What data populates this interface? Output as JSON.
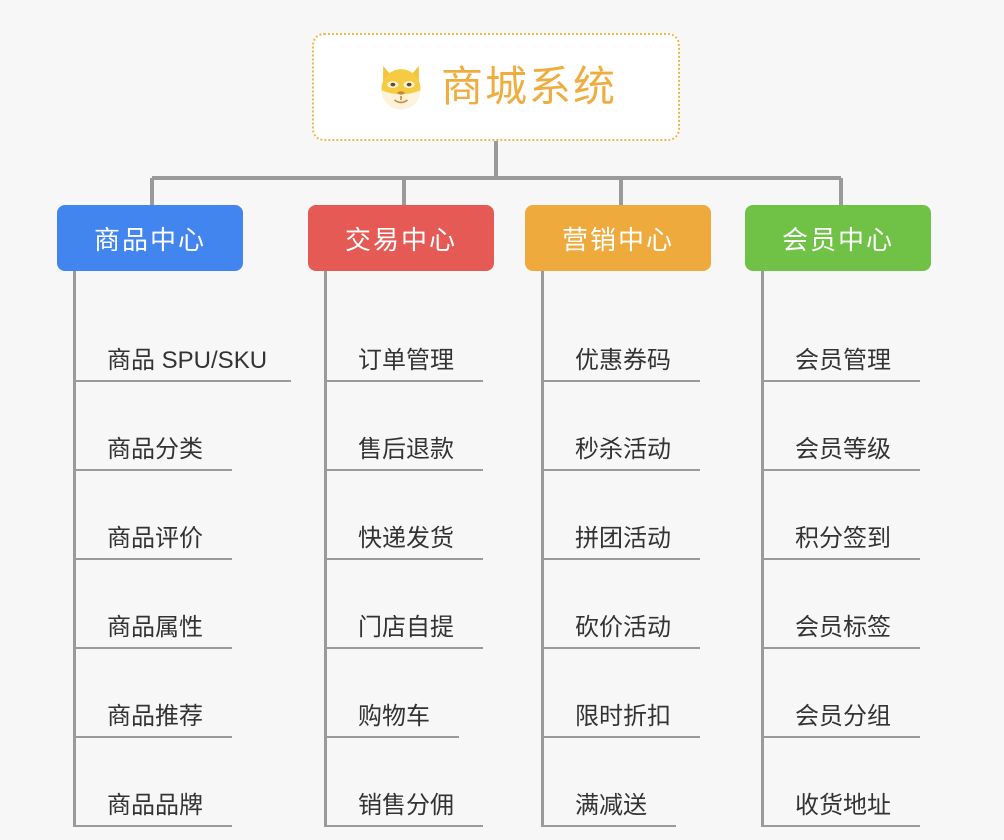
{
  "page": {
    "background_color": "#f7f7f7",
    "type": "org-chart-mindmap"
  },
  "root": {
    "title": "商城系统",
    "icon": "shiba-dog-face-emoji",
    "text_color": "#f0ad3f",
    "border_color": "#f0b84a",
    "border_style": "dotted",
    "background_color": "#ffffff"
  },
  "columns": [
    {
      "header": "商品中心",
      "color": "#4285ef",
      "items": [
        "商品 SPU/SKU",
        "商品分类",
        "商品评价",
        "商品属性",
        "商品推荐",
        "商品品牌"
      ]
    },
    {
      "header": "交易中心",
      "color": "#e55a55",
      "items": [
        "订单管理",
        "售后退款",
        "快递发货",
        "门店自提",
        "购物车",
        "销售分佣"
      ]
    },
    {
      "header": "营销中心",
      "color": "#eeaa3c",
      "items": [
        "优惠券码",
        "秒杀活动",
        "拼团活动",
        "砍价活动",
        "限时折扣",
        "满减送"
      ]
    },
    {
      "header": "会员中心",
      "color": "#70c246",
      "items": [
        "会员管理",
        "会员等级",
        "积分签到",
        "会员标签",
        "会员分组",
        "收货地址"
      ]
    }
  ],
  "connector": {
    "color": "#9a9a9a"
  }
}
